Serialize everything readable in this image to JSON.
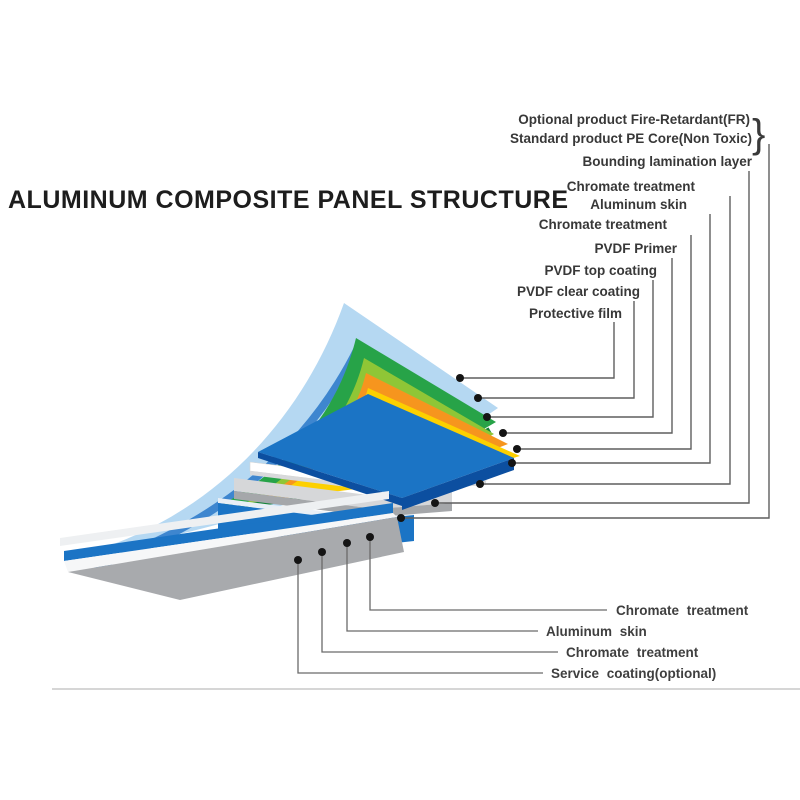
{
  "title": "ALUMINUM COMPOSITE PANEL STRUCTURE",
  "top_labels": [
    {
      "id": "optional-core",
      "text": "Optional product Fire-Retardant(FR)"
    },
    {
      "id": "standard-core",
      "text": "Standard product PE Core(Non Toxic)"
    },
    {
      "id": "bounding-lamination",
      "text": "Bounding lamination layer"
    },
    {
      "id": "chromate-upper",
      "text": "Chromate treatment"
    },
    {
      "id": "aluminum-skin-top",
      "text": "Aluminum  skin"
    },
    {
      "id": "chromate-lower",
      "text": "Chromate treatment"
    },
    {
      "id": "pvdf-primer",
      "text": "PVDF Primer"
    },
    {
      "id": "pvdf-top-coating",
      "text": "PVDF top coating"
    },
    {
      "id": "pvdf-clear-coating",
      "text": "PVDF clear coating"
    },
    {
      "id": "protective-film",
      "text": "Protective film"
    }
  ],
  "brace_glyph": "}",
  "bottom_labels": [
    {
      "id": "chromate-bottom-1",
      "text": "Chromate  treatment"
    },
    {
      "id": "aluminum-skin-bottom",
      "text": "Aluminum  skin"
    },
    {
      "id": "chromate-bottom-2",
      "text": "Chromate  treatment"
    },
    {
      "id": "service-coating",
      "text": "Service  coating(optional)"
    }
  ],
  "layers": [
    {
      "name": "protective-film",
      "color": "#b5d8f2"
    },
    {
      "name": "film-edge",
      "color": "#3e86cf"
    },
    {
      "name": "pvdf-clear-coating",
      "color": "#27a348"
    },
    {
      "name": "pvdf-clear-edge",
      "color": "#148238"
    },
    {
      "name": "pvdf-top-coating",
      "color": "#8fc636"
    },
    {
      "name": "pvdf-primer",
      "color": "#f6951e"
    },
    {
      "name": "chromate-treatment",
      "color": "#fdd000"
    },
    {
      "name": "aluminum-skin",
      "color": "#1b74c5"
    },
    {
      "name": "aluminum-skin-edge",
      "color": "#0c4fa0"
    },
    {
      "name": "chromate-white-sheet",
      "color": "#ffffff"
    },
    {
      "name": "bounding-lamination",
      "color": "#d6d7d9"
    },
    {
      "name": "bounding-edge",
      "color": "#a5a7aa"
    },
    {
      "name": "pe-core",
      "color": "#1b74c5"
    },
    {
      "name": "service-coating-gray",
      "color": "#a8aaad"
    }
  ],
  "line_color": "#5f5f5f",
  "text_color": "#383838"
}
